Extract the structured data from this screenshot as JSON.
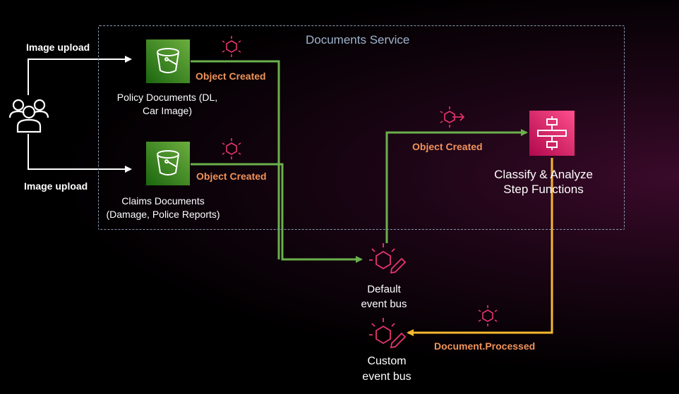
{
  "service": {
    "title": "Documents Service"
  },
  "users": {
    "upload_top": "Image upload",
    "upload_bottom": "Image upload"
  },
  "buckets": {
    "policy": {
      "line1": "Policy Documents (DL,",
      "line2": "Car Image)"
    },
    "claims": {
      "line1": "Claims Documents",
      "line2": "(Damage, Police Reports)"
    }
  },
  "events": {
    "policy_created": "Object Created",
    "claims_created": "Object Created",
    "sfn_trigger": "Object Created",
    "processed": "Document.Processed"
  },
  "step_functions": {
    "line1": "Classify & Analyze",
    "line2": "Step Functions"
  },
  "default_bus": {
    "line1": "Default",
    "line2": "event bus"
  },
  "custom_bus": {
    "line1": "Custom",
    "line2": "event bus"
  },
  "colors": {
    "green": "#6ab04c",
    "orange": "#f5b82e",
    "pink": "#e8356d",
    "event_text": "#f0935a"
  }
}
